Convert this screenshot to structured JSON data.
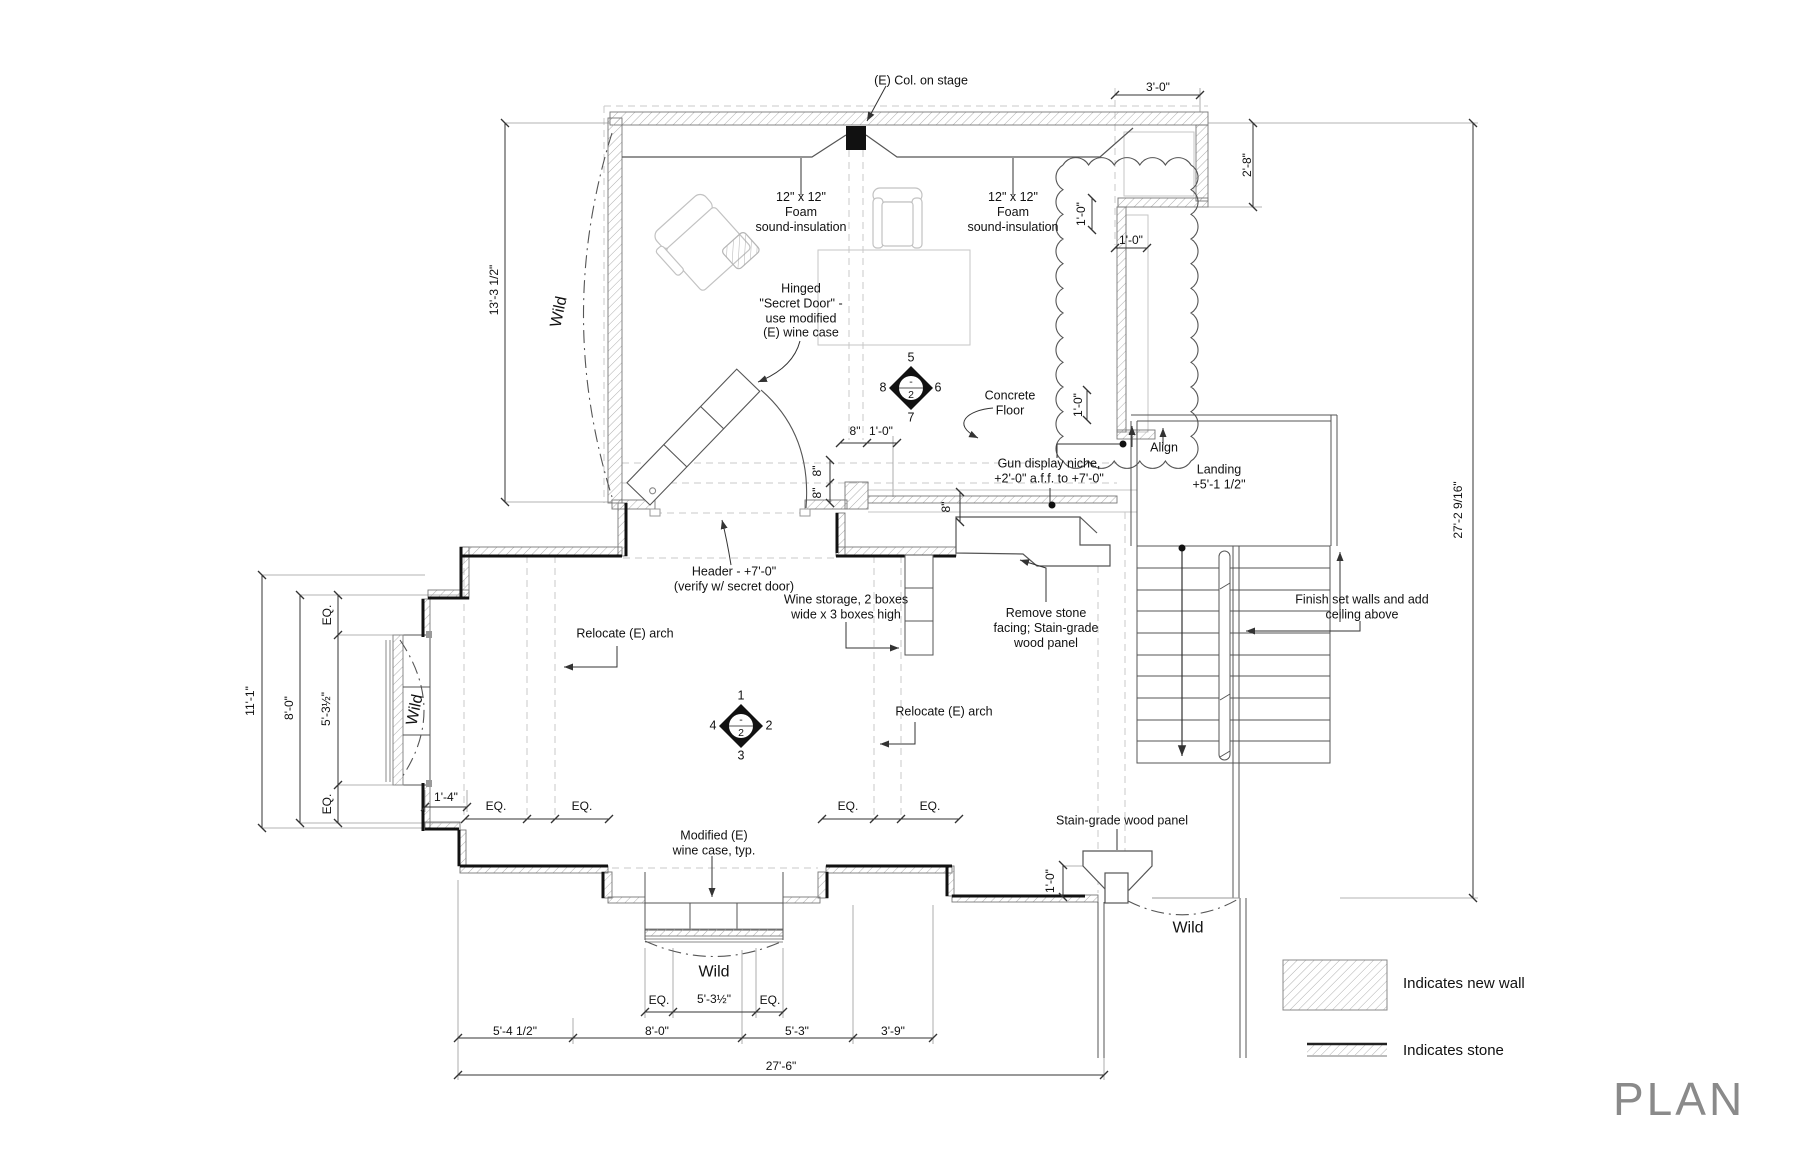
{
  "sheet": {
    "title": "PLAN"
  },
  "colors": {
    "linework": "#444444",
    "new_wall": "#111111",
    "light": "#c8c8c8",
    "plan_title": "#8a8a8a"
  },
  "legend": {
    "new_wall": "Indicates new wall",
    "stone": "Indicates stone"
  },
  "annotations": {
    "col_on_stage": "(E) Col. on stage",
    "foam_left": [
      "12\" x 12\"",
      "Foam",
      "sound-insulation"
    ],
    "foam_right": [
      "12\" x 12\"",
      "Foam",
      "sound-insulation"
    ],
    "secret_door": [
      "Hinged",
      "\"Secret Door\" -",
      "use modified",
      "(E) wine case"
    ],
    "concrete_floor": [
      "Concrete",
      "Floor"
    ],
    "gun_niche": [
      "Gun display niche,",
      "+2'-0\" a.f.f. to +7'-0\""
    ],
    "align": "Align",
    "landing": [
      "Landing",
      "+5'-1 1/2\""
    ],
    "header": [
      "Header - +7'-0\"",
      "(verify w/ secret door)"
    ],
    "wine_storage": [
      "Wine storage, 2 boxes",
      "wide x 3 boxes high"
    ],
    "relocate_arch_left": "Relocate (E) arch",
    "relocate_arch_right": "Relocate (E) arch",
    "remove_stone": [
      "Remove stone",
      "facing; Stain-grade",
      "wood panel"
    ],
    "finish_walls": [
      "Finish set walls and add",
      "ceiling above"
    ],
    "modified_wine_case": [
      "Modified (E)",
      "wine case, typ."
    ],
    "stain_grade": "Stain-grade wood panel",
    "wild": "Wild"
  },
  "dimensions": {
    "d3_0": "3'-0\"",
    "d2_8": "2'-8\"",
    "d13_3_5": "13'-3 1/2\"",
    "d1_0": "1'-0\"",
    "d8in": "8\"",
    "d11_1": "11'-1\"",
    "d8_0": "8'-0\"",
    "d5_3_5": "5'-3½\"",
    "eq": "EQ.",
    "d1_4": "1'-4\"",
    "d5_4_5": "5'-4 1/2\"",
    "d5_3": "5'-3\"",
    "d3_9": "3'-9\"",
    "d27_6": "27'-6\"",
    "d27_2": "27'-2 9/16\""
  },
  "markers": {
    "upper": {
      "top": "5",
      "right": "6",
      "bottom": "7",
      "left": "8",
      "inner_top": "-",
      "inner_bottom": "2"
    },
    "lower": {
      "top": "1",
      "right": "2",
      "bottom": "3",
      "left": "4",
      "inner_top": "-",
      "inner_bottom": "2"
    }
  }
}
